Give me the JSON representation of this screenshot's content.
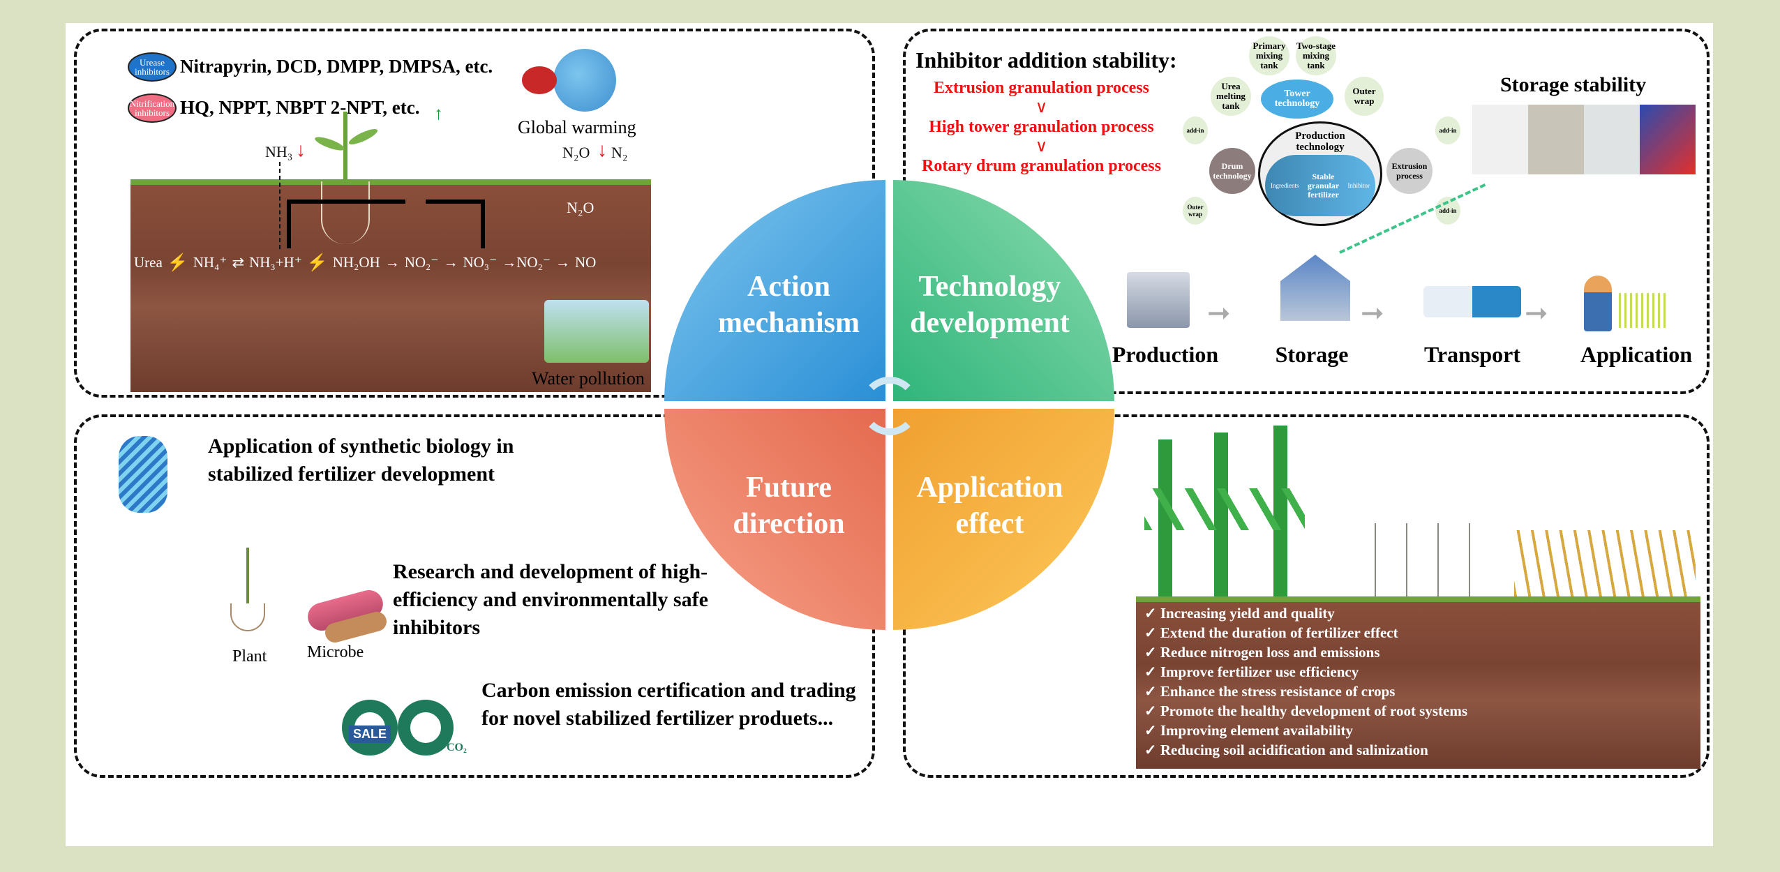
{
  "center": {
    "q1": "Action mechanism",
    "q2": "Technology development",
    "q3": "Future direction",
    "q4": "Application effect"
  },
  "action": {
    "urease_label": "Urease inhibitors",
    "urease_list": "Nitrapyrin, DCD, DMPP, DMPSA, etc.",
    "nitrification_label": "Nitrification inhibitors",
    "nitrification_list": "HQ, NPPT, NBPT 2-NPT, etc.",
    "global_warming": "Global warming",
    "water_pollution": "Water pollution",
    "nh3": "NH₃",
    "n2o_top": "N₂O",
    "n2": "N₂",
    "n2o_mid": "N₂O",
    "chain": [
      "Urea",
      "NH₄⁺",
      "⇄",
      "NH₃+H⁺",
      "NH₂OH",
      "→",
      "NO₂⁻",
      "→",
      "NO₃⁻",
      "→NO₂⁻",
      "→",
      "NO"
    ]
  },
  "tech": {
    "title": "Inhibitor addition stability:",
    "processes": [
      "Extrusion granulation process",
      "High tower granulation process",
      "Rotary drum granulation process"
    ],
    "gt": "∨",
    "diagram": {
      "center": "Production technology",
      "core": "Stable granular fertilizer",
      "ingredients": "Ingredients",
      "inhibitor": "Inhibitor",
      "tower": "Tower technology",
      "drum": "Drum technology",
      "extrusion": "Extrusion process",
      "bubbles": [
        "Primary mixing tank",
        "Two-stage mixing tank",
        "Urea melting tank",
        "Outer wrap",
        "add-in",
        "Outer wrap",
        "add-in",
        "add-in"
      ]
    },
    "storage_stability": "Storage stability",
    "stages": [
      "Production",
      "Storage",
      "Transport",
      "Application"
    ]
  },
  "future": {
    "item1": "Application of synthetic biology in stabilized fertilizer development",
    "item2": "Research and development of high-efficiency and environmentally safe inhibitors",
    "plant": "Plant",
    "microbe": "Microbe",
    "item3": "Carbon emission certification and trading for novel stabilized fertilizer produets...",
    "sale": "SALE",
    "co2": "CO₂"
  },
  "effect": {
    "items": [
      "Increasing yield and quality",
      "Extend the duration of fertilizer effect",
      "Reduce nitrogen loss and emissions",
      "Improve fertilizer use efficiency",
      "Enhance the stress resistance of crops",
      "Promote the healthy development of root systems",
      "Improving element availability",
      "Reducing soil acidification and salinization"
    ]
  },
  "colors": {
    "action": "#3a9fde",
    "tech": "#3dbd8a",
    "future": "#ea6f5c",
    "effect": "#f3a732",
    "red": "#ee1111"
  }
}
